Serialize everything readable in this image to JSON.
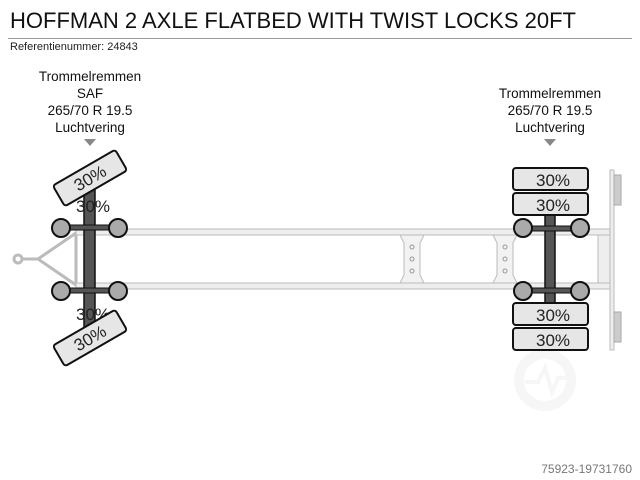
{
  "title": "HOFFMAN 2 AXLE FLATBED WITH TWIST LOCKS 20FT",
  "reference": "Referentienummer: 24843",
  "axle_front": {
    "brakes": "Trommelremmen",
    "make": "SAF",
    "tyres": "265/70 R 19.5",
    "suspension": "Luchtvering",
    "tyre_wear": [
      "30%",
      "30%",
      "30%",
      "30%"
    ]
  },
  "axle_rear": {
    "brakes": "Trommelremmen",
    "tyres": "265/70 R 19.5",
    "suspension": "Luchtvering",
    "tyre_wear": [
      "30%",
      "30%",
      "30%",
      "30%"
    ]
  },
  "footer_id": "75923-19731760"
}
